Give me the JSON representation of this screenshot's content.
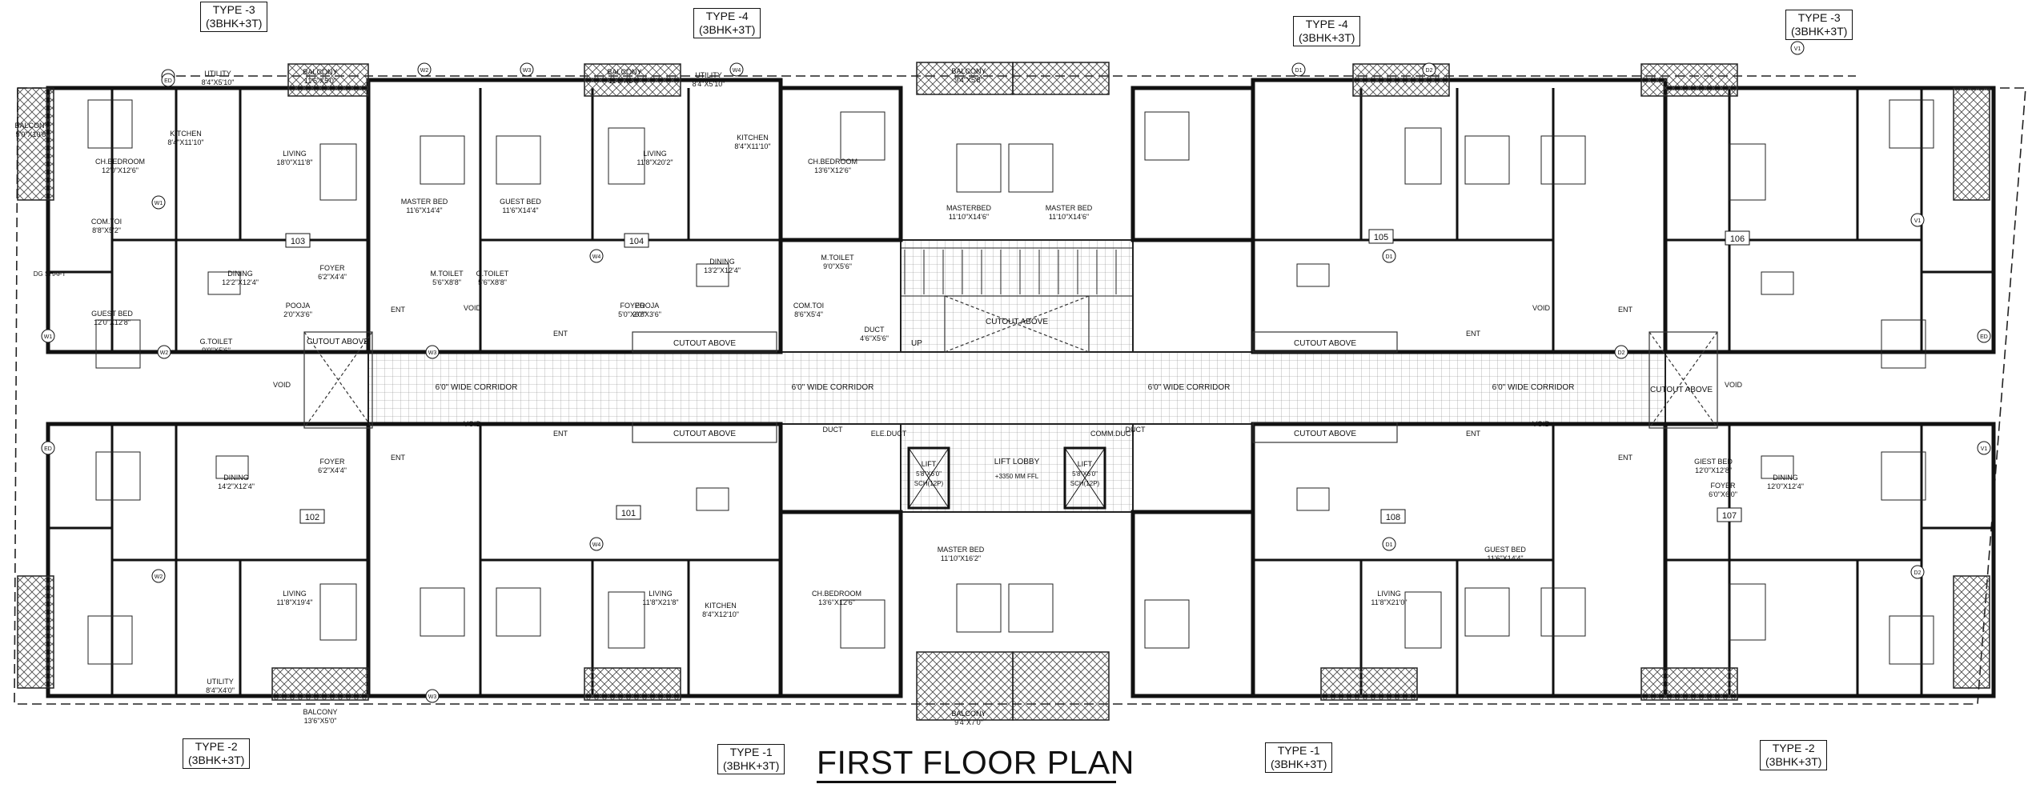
{
  "plan_title": "FIRST FLOOR PLAN",
  "type_tags": [
    {
      "type": "TYPE -3",
      "config": "(3BHK+3T)"
    },
    {
      "type": "TYPE -4",
      "config": "(3BHK+3T)"
    },
    {
      "type": "TYPE -4",
      "config": "(3BHK+3T)"
    },
    {
      "type": "TYPE -3",
      "config": "(3BHK+3T)"
    },
    {
      "type": "TYPE -2",
      "config": "(3BHK+3T)"
    },
    {
      "type": "TYPE -1",
      "config": "(3BHK+3T)"
    },
    {
      "type": "TYPE -1",
      "config": "(3BHK+3T)"
    },
    {
      "type": "TYPE -2",
      "config": "(3BHK+3T)"
    }
  ],
  "flat_numbers": [
    "103",
    "104",
    "105",
    "106",
    "102",
    "101",
    "108",
    "107"
  ],
  "corridor_label": "6'0\" WIDE CORRIDOR",
  "cutout_label": "CUTOUT ABOVE",
  "lift_lobby": "LIFT LOBBY",
  "level_mark": "+3350 MM FFL",
  "lift_label": "LIFT",
  "lift_size": "5'8\"X6'0\"",
  "lift_sch": "SCH(12P)",
  "up_label": "UP",
  "duct_label": "DUCT",
  "ele_duct": "ELE.DUCT",
  "comm_duct": "COMM.DUCT",
  "void_label": "VOID",
  "ent_label": "ENT",
  "dg_shaft": "DG SHAFT",
  "rooms": [
    {
      "name": "BALCONY",
      "size": "5'0\"X10'8\""
    },
    {
      "name": "UTILITY",
      "size": "8'4\"X5'10\""
    },
    {
      "name": "BALCONY",
      "size": "11'6\"X5'0\""
    },
    {
      "name": "KITCHEN",
      "size": "8'4\"X11'10\""
    },
    {
      "name": "LIVING",
      "size": "18'0\"X11'8\""
    },
    {
      "name": "CH.BEDROOM",
      "size": "12'0\"X12'6\""
    },
    {
      "name": "MASTER BED",
      "size": "11'6\"X14'4\""
    },
    {
      "name": "GUEST BED",
      "size": "11'6\"X14'4\""
    },
    {
      "name": "COM.TOI",
      "size": "8'8\"X5'2\""
    },
    {
      "name": "DINING",
      "size": "12'2\"X12'4\""
    },
    {
      "name": "FOYER",
      "size": "6'2\"X4'4\""
    },
    {
      "name": "POOJA",
      "size": "2'0\"X3'6\""
    },
    {
      "name": "GUEST BED",
      "size": "12'0\"X12'8\""
    },
    {
      "name": "G.TOILET",
      "size": "9'0\"X5'6\""
    },
    {
      "name": "M.TOILET",
      "size": "5'6\"X8'8\""
    },
    {
      "name": "G.TOILET",
      "size": "5'6\"X8'8\""
    },
    {
      "name": "BALCONY",
      "size": "11'6\"X5'0\""
    },
    {
      "name": "UTILITY",
      "size": "8'4\"X5'10\""
    },
    {
      "name": "LIVING",
      "size": "11'8\"X20'2\""
    },
    {
      "name": "KITCHEN",
      "size": "8'4\"X11'10\""
    },
    {
      "name": "FOYER",
      "size": "5'0\"X6'8\""
    },
    {
      "name": "POOJA",
      "size": "2'0\"X3'6\""
    },
    {
      "name": "BALCONY",
      "size": "9'4\"X5'8\""
    },
    {
      "name": "CH.BEDROOM",
      "size": "13'6\"X12'6\""
    },
    {
      "name": "MASTERBED",
      "size": "11'10\"X14'6\""
    },
    {
      "name": "MASTER BED",
      "size": "11'10\"X14'6\""
    },
    {
      "name": "DINING",
      "size": "13'2\"X12'4\""
    },
    {
      "name": "M.TOILET",
      "size": "9'0\"X5'6\""
    },
    {
      "name": "COM.TOI",
      "size": "8'6\"X5'4\""
    },
    {
      "name": "DUCT",
      "size": "4'6\"X5'6\""
    },
    {
      "name": "LIVING",
      "size": "11'8\"X19'4\""
    },
    {
      "name": "KITCHEN",
      "size": "8'4\"X12'10\""
    },
    {
      "name": "UTILITY",
      "size": "8'4\"X4'0\""
    },
    {
      "name": "BALCONY",
      "size": "13'6\"X5'0\""
    },
    {
      "name": "DINING",
      "size": "14'2\"X12'4\""
    },
    {
      "name": "FOYER",
      "size": "6'2\"X4'4\""
    },
    {
      "name": "MASTER BED",
      "size": "11'10\"X16'2\""
    },
    {
      "name": "BALCONY",
      "size": "9'4\"X7'0\""
    },
    {
      "name": "LIVING",
      "size": "11'8\"X21'8\""
    },
    {
      "name": "CH.BEDROOM",
      "size": "13'6\"X12'6\""
    },
    {
      "name": "GUEST BED",
      "size": "11'6\"X14'4\""
    },
    {
      "name": "LIVING",
      "size": "11'8\"X21'0\""
    },
    {
      "name": "GIEST BED",
      "size": "12'0\"X12'8\""
    },
    {
      "name": "FOYER",
      "size": "6'0\"X6'0\""
    },
    {
      "name": "DINING",
      "size": "12'0\"X12'4\""
    }
  ],
  "door_tags": [
    "W1",
    "W2",
    "W3",
    "W4",
    "D1",
    "D2",
    "V1",
    "ED"
  ]
}
